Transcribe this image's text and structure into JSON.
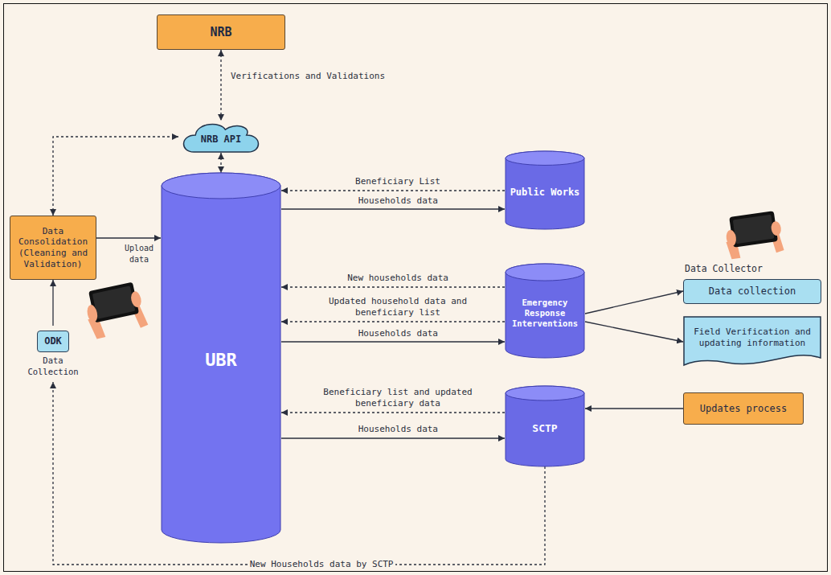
{
  "diagram": {
    "nodes": [
      {
        "text": [
          "NRB"
        ]
      },
      {
        "text": [
          "NRB API"
        ]
      },
      {
        "text": [
          "Data Consolidation (Cleaning and Validation)"
        ]
      },
      {
        "text": [
          "UBR"
        ]
      },
      {
        "text": [
          "Public Works"
        ]
      },
      {
        "text": [
          "Emergency Response Interventions"
        ]
      },
      {
        "text": [
          "SCTP"
        ]
      },
      {
        "text": [
          "ODK",
          "Data Collection"
        ]
      },
      {
        "text": [
          "Data collection"
        ]
      },
      {
        "text": [
          "Field Verification and updating information"
        ]
      },
      {
        "text": [
          "Updates process"
        ]
      }
    ],
    "edges": [
      {
        "from": 0,
        "to": 1,
        "arrow": "both",
        "label": "Verifications and Validations"
      },
      {
        "from": 1,
        "to": 3,
        "arrow": "both"
      },
      {
        "from": 2,
        "to": 1,
        "arrow": "both"
      },
      {
        "from": 2,
        "to": 3,
        "arrow": "to",
        "label": "Upload data"
      },
      {
        "from": 7,
        "to": 2,
        "arrow": "to"
      },
      {
        "from": 4,
        "to": 3,
        "arrow": "to",
        "label": "Beneficiary List"
      },
      {
        "from": 3,
        "to": 4,
        "arrow": "to",
        "label": "Households data"
      },
      {
        "from": 5,
        "to": 3,
        "arrow": "to",
        "label": "New households data"
      },
      {
        "from": 5,
        "to": 3,
        "arrow": "to",
        "label": "Updated household data and beneficiary list"
      },
      {
        "from": 3,
        "to": 5,
        "arrow": "to",
        "label": "Households data"
      },
      {
        "from": 6,
        "to": 3,
        "arrow": "to",
        "label": "Beneficiary list and updated beneficiary data"
      },
      {
        "from": 3,
        "to": 6,
        "arrow": "to",
        "label": "Households data"
      },
      {
        "from": 6,
        "to": 7,
        "arrow": "to",
        "label": "New Households data by SCTP"
      },
      {
        "from": 5,
        "to": 8,
        "arrow": "to"
      },
      {
        "from": 5,
        "to": 9,
        "arrow": "to"
      },
      {
        "from": 10,
        "to": 6,
        "arrow": "to"
      }
    ],
    "labels": [
      "Data Collector"
    ]
  }
}
